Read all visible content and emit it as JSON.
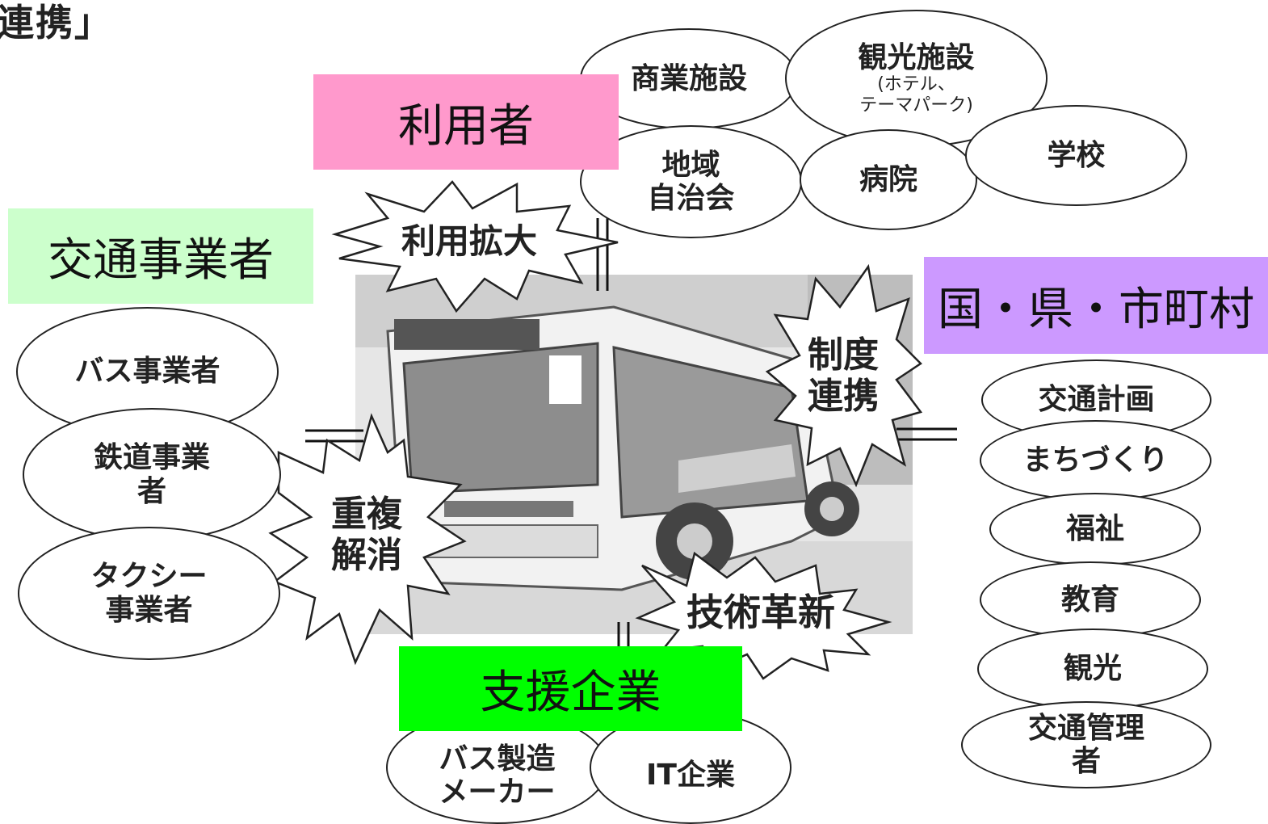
{
  "heading": "連携」",
  "groups": {
    "users": {
      "label": "利用者",
      "color": "#ff99cc"
    },
    "transport": {
      "label": "交通事業者",
      "color": "#ccffcc"
    },
    "government": {
      "label": "国・県・市町村",
      "color": "#cc99ff"
    },
    "support": {
      "label": "支援企業",
      "color": "#00ff00"
    }
  },
  "user_nodes": {
    "commercial": "商業施設",
    "tourism": "観光施設",
    "tourism_sub1": "(ホテル、",
    "tourism_sub2": "テーマパーク)",
    "community1": "地域",
    "community2": "自治会",
    "hospital": "病院",
    "school": "学校"
  },
  "transport_nodes": {
    "bus": "バス事業者",
    "rail1": "鉄道事業",
    "rail2": "者",
    "taxi1": "タクシー",
    "taxi2": "事業者"
  },
  "government_nodes": {
    "traffic_plan": "交通計画",
    "town": "まちづくり",
    "welfare": "福祉",
    "education": "教育",
    "tourism": "観光",
    "traffic_admin1": "交通管理",
    "traffic_admin2": "者"
  },
  "support_nodes": {
    "bus_maker1": "バス製造",
    "bus_maker2": "メーカー",
    "it": "IT企業"
  },
  "bursts": {
    "expand": "利用拡大",
    "system1": "制度",
    "system2": "連携",
    "overlap1": "重複",
    "overlap2": "解消",
    "innovation": "技術革新"
  }
}
